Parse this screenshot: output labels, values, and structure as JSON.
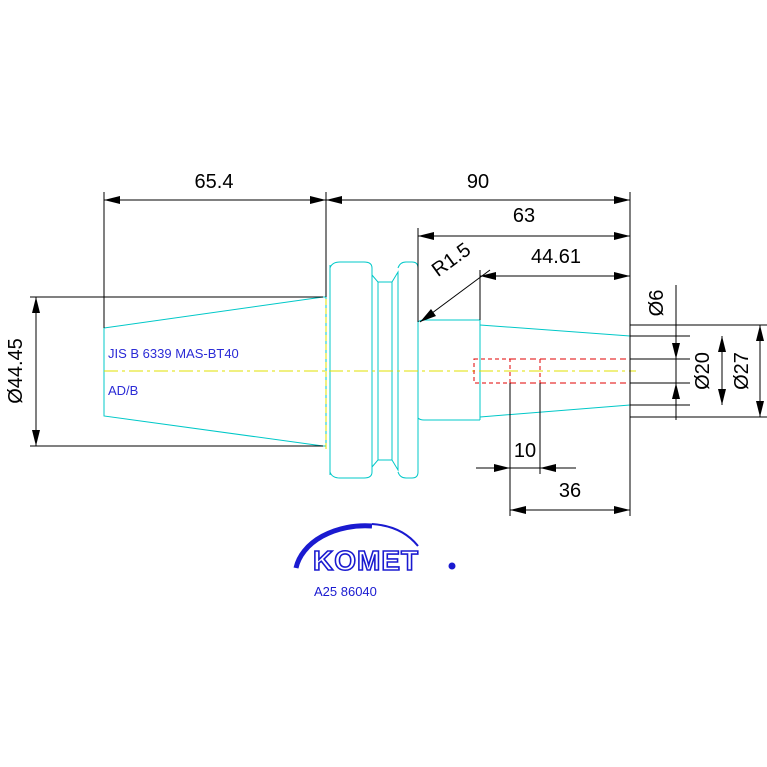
{
  "dimensions": {
    "d_65_4": "65.4",
    "d_90": "90",
    "d_63": "63",
    "d_44_61": "44.61",
    "r_1_5": "R1.5",
    "dia_44_45": "Ø44.45",
    "dia_6": "Ø6",
    "dia_20": "Ø20",
    "dia_27": "Ø27",
    "d_10": "10",
    "d_36": "36"
  },
  "notes": {
    "standard": "JIS B 6339 MAS-BT40",
    "variant": "AD/B"
  },
  "logo": {
    "brand": "KOMET",
    "part_number": "A25 86040"
  },
  "colors": {
    "outline": "#00c8c8",
    "centerline": "#e0e000",
    "hidden_bore": "#e00000",
    "dimension": "#000000",
    "brand": "#1a1ad0"
  }
}
